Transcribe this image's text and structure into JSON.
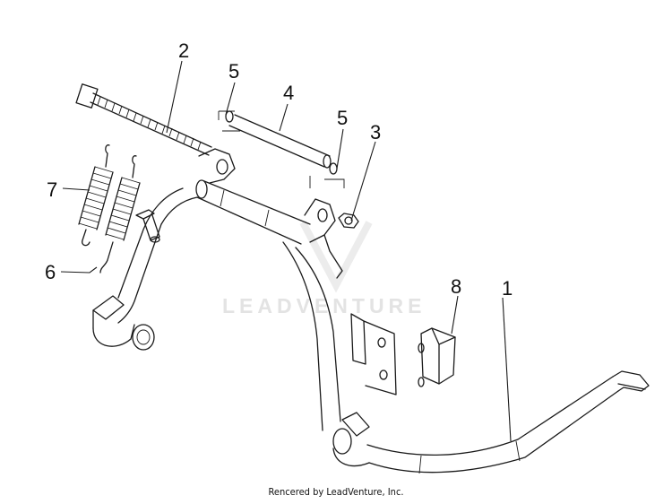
{
  "diagram": {
    "callouts": [
      "1",
      "2",
      "3",
      "4",
      "5",
      "5",
      "6",
      "7",
      "8"
    ],
    "watermark": "LEADVENTURE",
    "credit": "Rencered by LeadVenture, Inc."
  }
}
